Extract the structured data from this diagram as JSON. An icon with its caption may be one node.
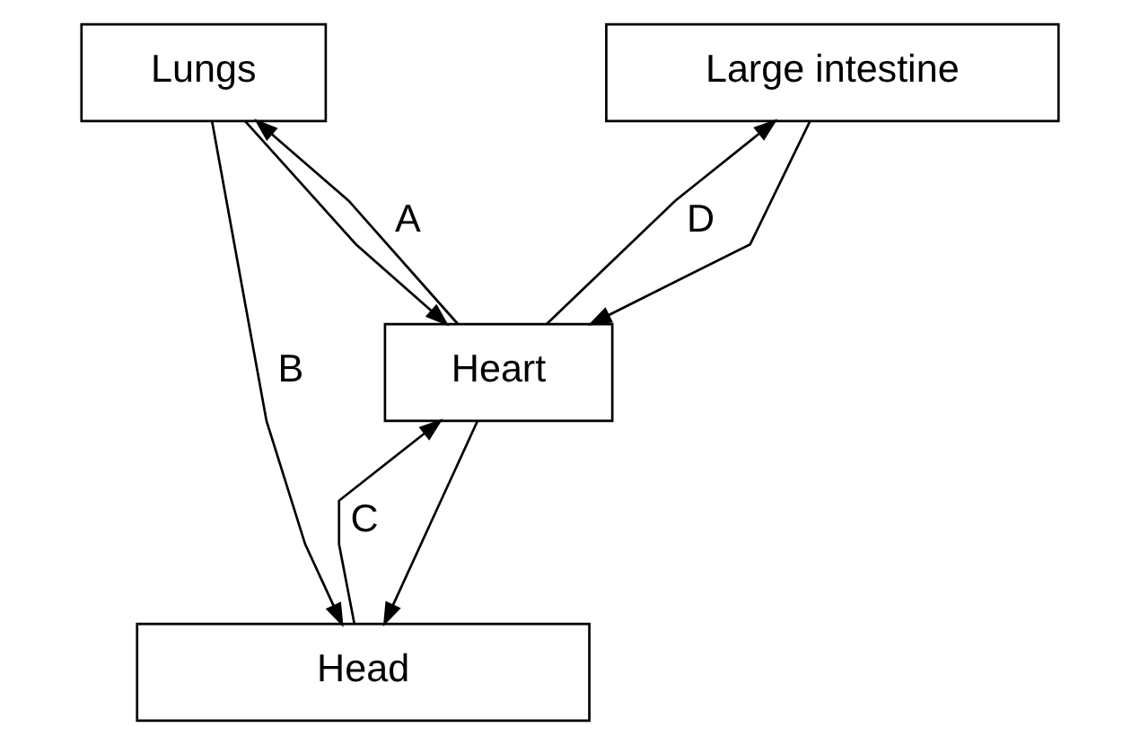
{
  "diagram": {
    "nodes": [
      {
        "text": [
          "Lungs"
        ]
      },
      {
        "text": [
          "Large intestine"
        ]
      },
      {
        "text": [
          "Heart"
        ]
      },
      {
        "text": [
          "Head"
        ]
      }
    ],
    "edges": [
      {
        "from": 2,
        "to": 0,
        "arrow": "to",
        "label": "A"
      },
      {
        "from": 0,
        "to": 2,
        "arrow": "to"
      },
      {
        "from": 0,
        "to": 3,
        "arrow": "to",
        "label": "B"
      },
      {
        "from": 2,
        "to": 1,
        "arrow": "to",
        "label": "D"
      },
      {
        "from": 1,
        "to": 2,
        "arrow": "to"
      },
      {
        "from": 2,
        "to": 3,
        "arrow": "to"
      },
      {
        "from": 3,
        "to": 2,
        "arrow": "to",
        "label": "C"
      }
    ]
  }
}
